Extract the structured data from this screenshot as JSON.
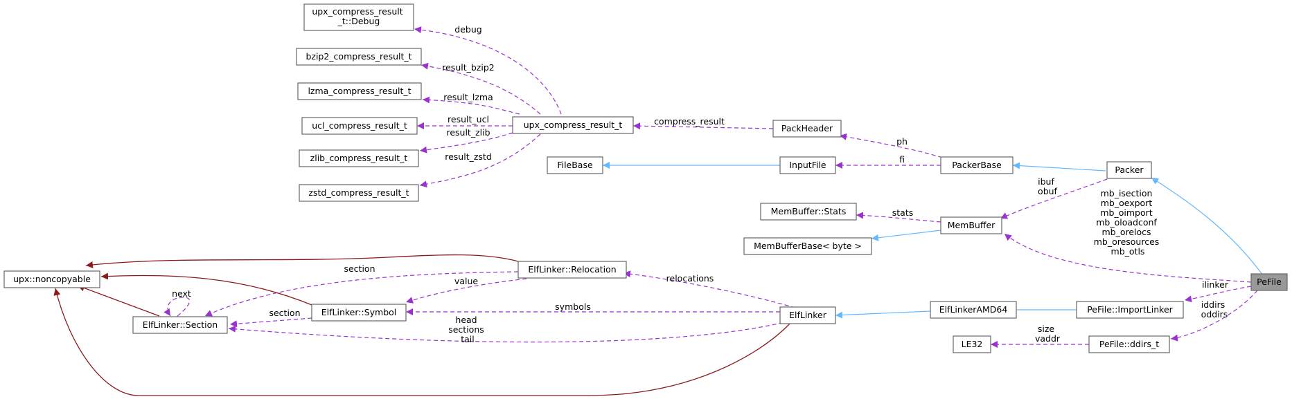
{
  "diagram": {
    "nodes": [
      {
        "id": "upx_noncopyable",
        "lines": [
          "upx::noncopyable"
        ]
      },
      {
        "id": "elf_section",
        "lines": [
          "ElfLinker::Section"
        ]
      },
      {
        "id": "elf_symbol",
        "lines": [
          "ElfLinker::Symbol"
        ]
      },
      {
        "id": "elf_relocation",
        "lines": [
          "ElfLinker::Relocation"
        ]
      },
      {
        "id": "elf_linker",
        "lines": [
          "ElfLinker"
        ]
      },
      {
        "id": "elf_linker_amd64",
        "lines": [
          "ElfLinkerAMD64"
        ]
      },
      {
        "id": "import_linker",
        "lines": [
          "PeFile::ImportLinker"
        ]
      },
      {
        "id": "pefile",
        "lines": [
          "PeFile"
        ],
        "highlight": true
      },
      {
        "id": "le32",
        "lines": [
          "LE32"
        ]
      },
      {
        "id": "ddirs_t",
        "lines": [
          "PeFile::ddirs_t"
        ]
      },
      {
        "id": "membuffer_stats",
        "lines": [
          "MemBuffer::Stats"
        ]
      },
      {
        "id": "membufferbase",
        "lines": [
          "MemBufferBase< byte >"
        ]
      },
      {
        "id": "membuffer",
        "lines": [
          "MemBuffer"
        ]
      },
      {
        "id": "packer",
        "lines": [
          "Packer"
        ]
      },
      {
        "id": "packerbase",
        "lines": [
          "PackerBase"
        ]
      },
      {
        "id": "packheader",
        "lines": [
          "PackHeader"
        ]
      },
      {
        "id": "inputfile",
        "lines": [
          "InputFile"
        ]
      },
      {
        "id": "filebase",
        "lines": [
          "FileBase"
        ]
      },
      {
        "id": "upx_compress_result",
        "lines": [
          "upx_compress_result_t"
        ]
      },
      {
        "id": "debug",
        "lines": [
          "upx_compress_result",
          "_t::Debug"
        ]
      },
      {
        "id": "bzip2",
        "lines": [
          "bzip2_compress_result_t"
        ]
      },
      {
        "id": "lzma",
        "lines": [
          "lzma_compress_result_t"
        ]
      },
      {
        "id": "ucl",
        "lines": [
          "ucl_compress_result_t"
        ]
      },
      {
        "id": "zlib",
        "lines": [
          "zlib_compress_result_t"
        ]
      },
      {
        "id": "zstd",
        "lines": [
          "zstd_compress_result_t"
        ]
      }
    ],
    "edges": [
      {
        "id": "debug",
        "kind": "member",
        "labels": [
          "debug"
        ]
      },
      {
        "id": "bzip2",
        "kind": "member",
        "labels": [
          "result_bzip2"
        ]
      },
      {
        "id": "lzma",
        "kind": "member",
        "labels": [
          "result_lzma"
        ]
      },
      {
        "id": "ucl",
        "kind": "member",
        "labels": [
          "result_ucl"
        ]
      },
      {
        "id": "zlib",
        "kind": "member",
        "labels": [
          "result_zlib"
        ]
      },
      {
        "id": "zstd",
        "kind": "member",
        "labels": [
          "result_zstd"
        ]
      },
      {
        "id": "compress_result",
        "kind": "member",
        "labels": [
          "compress_result"
        ]
      },
      {
        "id": "ph",
        "kind": "member",
        "labels": [
          "ph"
        ]
      },
      {
        "id": "fi",
        "kind": "member",
        "labels": [
          "fi"
        ]
      },
      {
        "id": "bufs",
        "kind": "member",
        "labels": [
          "ibuf",
          "obuf"
        ]
      },
      {
        "id": "stats",
        "kind": "member",
        "labels": [
          "stats"
        ]
      },
      {
        "id": "mb_members",
        "kind": "member",
        "labels": [
          "mb_isection",
          "mb_oexport",
          "mb_oimport",
          "mb_oloadconf",
          "mb_orelocs",
          "mb_oresources",
          "mb_otls"
        ]
      },
      {
        "id": "ilinker",
        "kind": "member",
        "labels": [
          "ilinker"
        ]
      },
      {
        "id": "dirs",
        "kind": "member",
        "labels": [
          "iddirs",
          "oddirs"
        ]
      },
      {
        "id": "size_vaddr",
        "kind": "member",
        "labels": [
          "size",
          "vaddr"
        ]
      },
      {
        "id": "relocations",
        "kind": "member",
        "labels": [
          "relocations"
        ]
      },
      {
        "id": "symbols",
        "kind": "member",
        "labels": [
          "symbols"
        ]
      },
      {
        "id": "head_sections_tail",
        "kind": "member",
        "labels": [
          "head",
          "sections",
          "tail"
        ]
      },
      {
        "id": "reloc_section",
        "kind": "member",
        "labels": [
          "section"
        ]
      },
      {
        "id": "reloc_value",
        "kind": "member",
        "labels": [
          "value"
        ]
      },
      {
        "id": "symbol_section",
        "kind": "member",
        "labels": [
          "section"
        ]
      },
      {
        "id": "next",
        "kind": "member",
        "labels": [
          "next"
        ]
      }
    ]
  },
  "colors": {
    "inheritance": "#63b8ff",
    "member": "#9a32cd",
    "noncopyable": "#8b1a1a",
    "highlight_fill": "#999999"
  }
}
